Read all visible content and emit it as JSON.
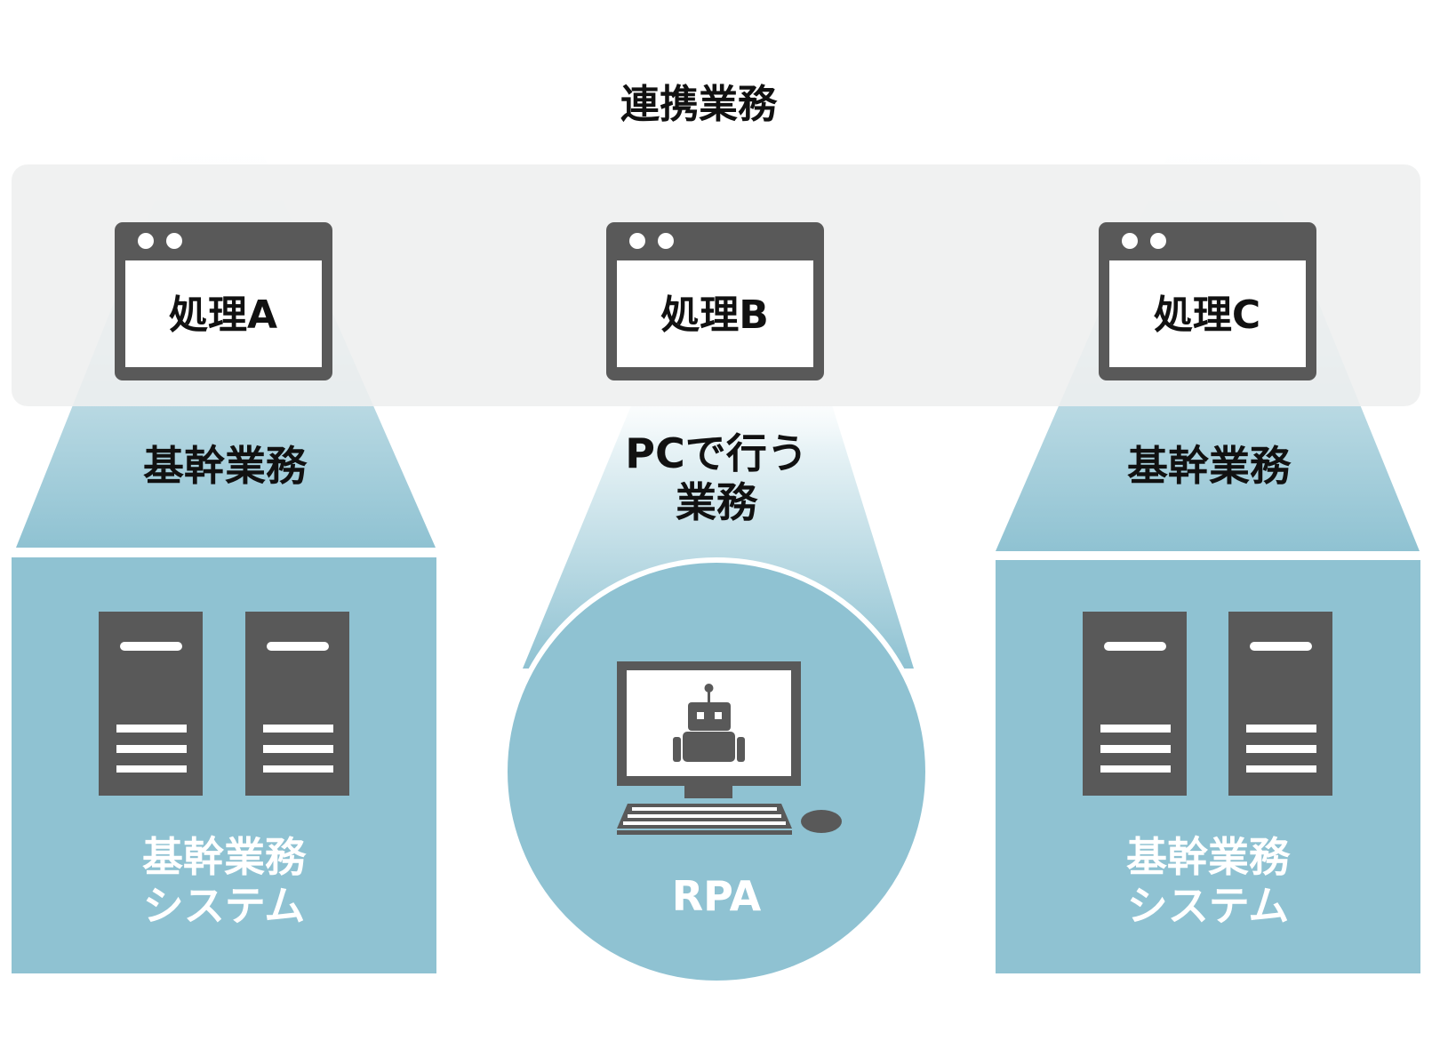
{
  "title": "連携業務",
  "processes": [
    {
      "label": "処理A"
    },
    {
      "label": "処理B"
    },
    {
      "label": "処理C"
    }
  ],
  "left_column": {
    "business_label": "基幹業務",
    "system_label_line1": "基幹業務",
    "system_label_line2": "システム"
  },
  "center_column": {
    "business_label_line1": "PCで行う",
    "business_label_line2": "業務",
    "system_label": "RPA"
  },
  "right_column": {
    "business_label": "基幹業務",
    "system_label_line1": "基幹業務",
    "system_label_line2": "システム"
  },
  "icons": {
    "window": "app-window-icon",
    "server": "server-rack-icon",
    "computer": "desktop-computer-icon",
    "robot": "robot-icon",
    "keyboard": "keyboard-icon",
    "mouse": "mouse-icon"
  },
  "colors": {
    "band": "#f0f1f1",
    "teal": "#8fc2d2",
    "teal_light": "#dceef3",
    "icon_dark": "#595959",
    "text_dark": "#111111",
    "text_light": "#ffffff"
  }
}
